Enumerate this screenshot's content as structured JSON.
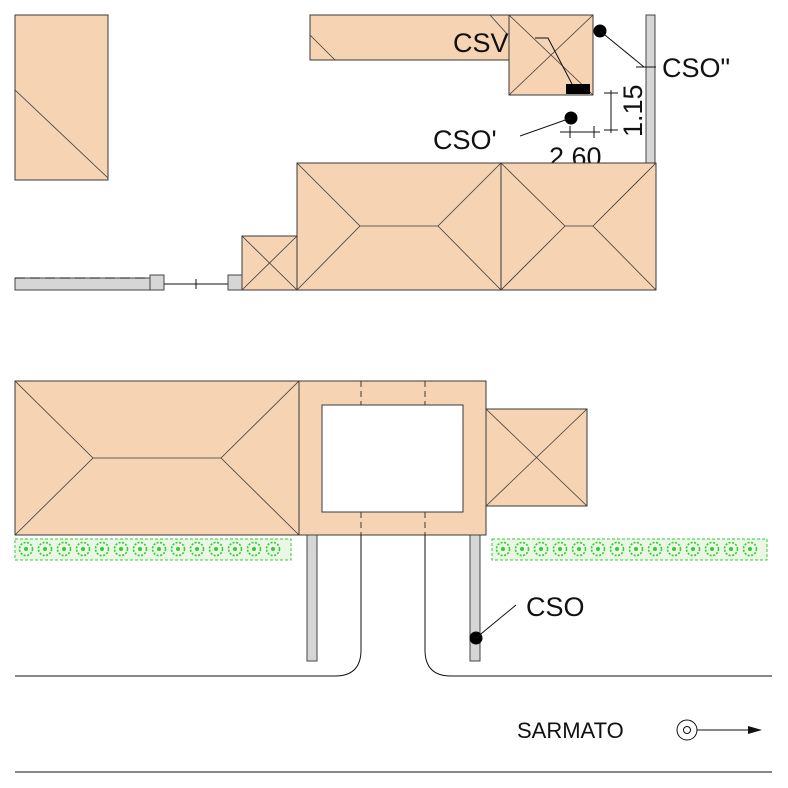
{
  "plan": {
    "labels": {
      "csv": "CSV",
      "cso_double": "CSO\"",
      "cso_single": "CSO'",
      "cso": "CSO",
      "dim_vertical": "1.15",
      "dim_horizontal": "2.60",
      "street": "SARMATO"
    },
    "colors": {
      "roof": "#f5d3b3",
      "hedge": "#33cc33",
      "wall": "#d6d6d6",
      "line": "#111111"
    },
    "icons": {
      "manhole": "manhole-icon",
      "north_arrow": "arrow-icon"
    }
  }
}
